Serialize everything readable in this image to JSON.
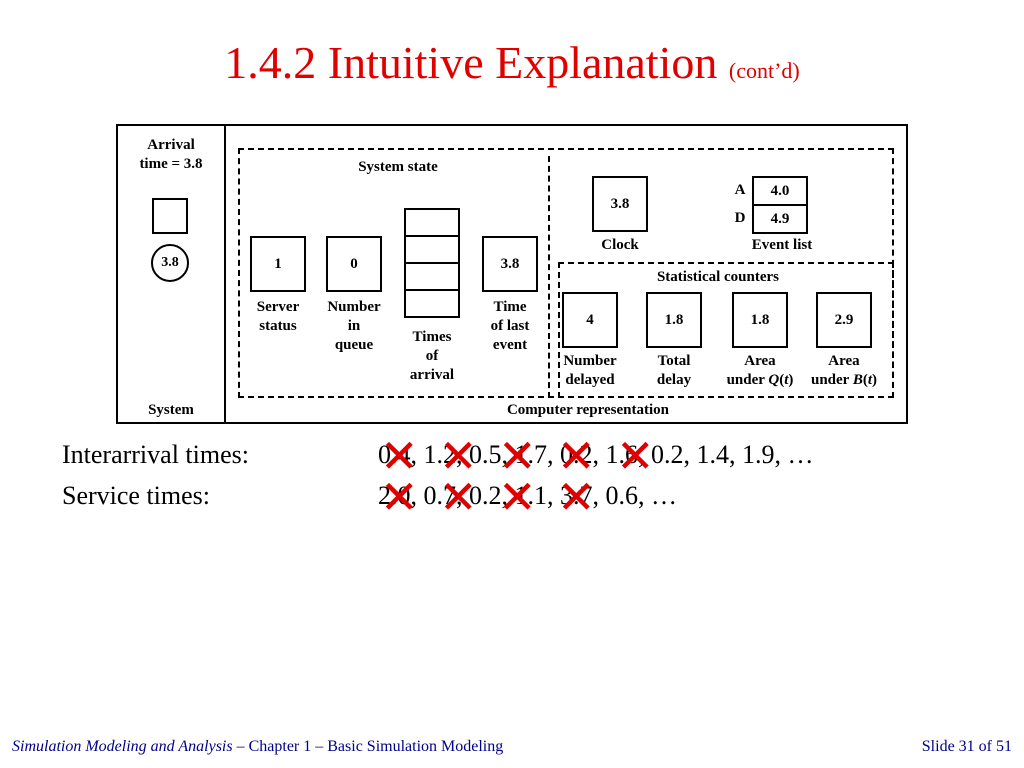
{
  "slide": {
    "title": "1.4.2  Intuitive Explanation",
    "title_suffix": "(cont’d)"
  },
  "figure": {
    "system_label": "System",
    "arrival_label_line1": "Arrival",
    "arrival_label_line2": "time = 3.8",
    "arrival_circle_value": "3.8",
    "system_state_label": "System state",
    "server_status_value": "1",
    "server_status_label_l1": "Server",
    "server_status_label_l2": "status",
    "number_in_queue_value": "0",
    "number_in_queue_l1": "Number",
    "number_in_queue_l2": "in",
    "number_in_queue_l3": "queue",
    "times_of_arrival_l1": "Times",
    "times_of_arrival_l2": "of",
    "times_of_arrival_l3": "arrival",
    "time_last_event_value": "3.8",
    "time_last_event_l1": "Time",
    "time_last_event_l2": "of last",
    "time_last_event_l3": "event",
    "clock_value": "3.8",
    "clock_label": "Clock",
    "event_list_label": "Event list",
    "event_a_label": "A",
    "event_a_value": "4.0",
    "event_d_label": "D",
    "event_d_value": "4.9",
    "stat_counters_label": "Statistical counters",
    "number_delayed_value": "4",
    "number_delayed_l1": "Number",
    "number_delayed_l2": "delayed",
    "total_delay_value": "1.8",
    "total_delay_l1": "Total",
    "total_delay_l2": "delay",
    "area_q_value": "1.8",
    "area_q_l1": "Area",
    "area_q_l2_pre": "under ",
    "area_q_l2_var": "Q",
    "area_q_l2_open": "(",
    "area_q_l2_t": "t",
    "area_q_l2_close": ")",
    "area_b_value": "2.9",
    "area_b_l1": "Area",
    "area_b_l2_pre": "under ",
    "area_b_l2_var": "B",
    "area_b_l2_open": "(",
    "area_b_l2_t": "t",
    "area_b_l2_close": ")",
    "computer_rep_label": "Computer representation"
  },
  "interarrival": {
    "label": "Interarrival times:",
    "values_text": "0.4, 1.2, 0.5, 1.7, 0.2, 1.6, 0.2, 1.4, 1.9, …"
  },
  "service": {
    "label": "Service times:",
    "values_text": "2.0, 0.7, 0.2, 1.1, 3.7, 0.6, …"
  },
  "cross_mark": "✕",
  "footer": {
    "book": "Simulation Modeling and Analysis",
    "chapter": " – Chapter 1 –  Basic Simulation Modeling",
    "slide": "Slide 31 of 51"
  },
  "colors": {
    "title": "#e00000",
    "cross": "#e00000",
    "footer": "#00008b"
  }
}
